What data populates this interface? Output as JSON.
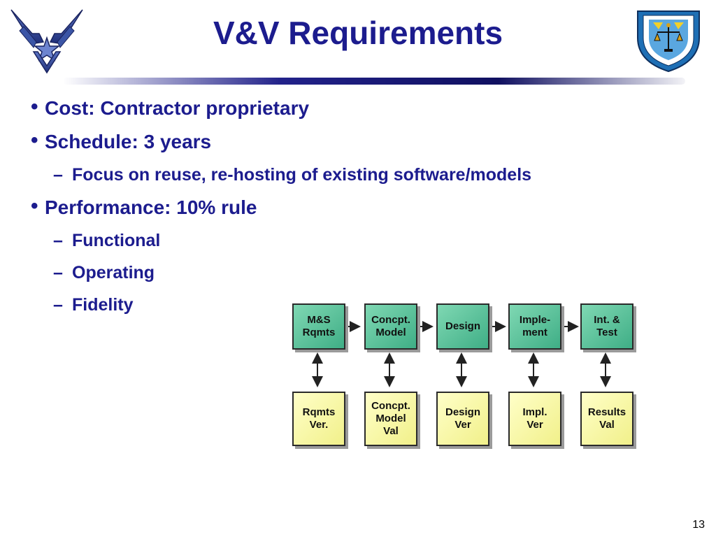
{
  "slide": {
    "title": "V&V Requirements",
    "page_number": "13"
  },
  "bullets": [
    {
      "text": "Cost:  Contractor proprietary"
    },
    {
      "text": "Schedule:  3 years",
      "sub": [
        "Focus on reuse, re-hosting of existing software/models"
      ]
    },
    {
      "text": "Performance:  10% rule",
      "sub": [
        "Functional",
        "Operating",
        "Fidelity"
      ]
    }
  ],
  "diagram": {
    "top_row": [
      {
        "line1": "M&S",
        "line2": "Rqmts"
      },
      {
        "line1": "Concpt.",
        "line2": "Model"
      },
      {
        "line1": "Design",
        "line2": ""
      },
      {
        "line1": "Imple-",
        "line2": "ment"
      },
      {
        "line1": "Int. &",
        "line2": "Test"
      }
    ],
    "bottom_row": [
      {
        "line1": "Rqmts",
        "line2": "Ver.",
        "line3": ""
      },
      {
        "line1": "Concpt.",
        "line2": "Model",
        "line3": "Val"
      },
      {
        "line1": "Design",
        "line2": "Ver",
        "line3": ""
      },
      {
        "line1": "Impl.",
        "line2": "Ver",
        "line3": ""
      },
      {
        "line1": "Results",
        "line2": "Val",
        "line3": ""
      }
    ],
    "colors": {
      "top_fill": "#4fbf93",
      "bottom_fill": "#f6f5a6",
      "arrow": "#222222"
    }
  },
  "logos": {
    "left": {
      "icon": "air-force-symbol-icon",
      "color": "#2a3f8f"
    },
    "right": {
      "icon": "test-evaluation-center-shield-icon",
      "color": "#1e6fb5"
    }
  }
}
